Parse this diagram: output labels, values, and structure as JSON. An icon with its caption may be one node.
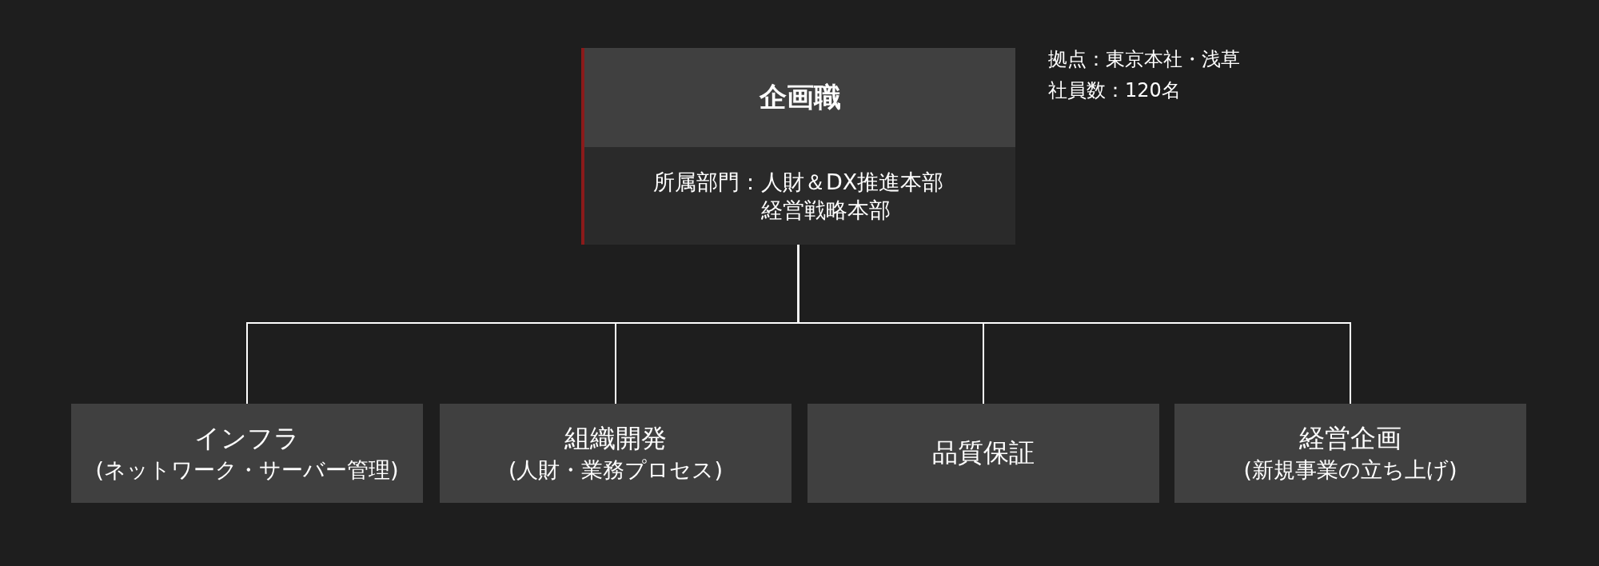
{
  "diagram": {
    "nodes": [
      {
        "text": [
          "企画職",
          "所属部門：人財＆DX推進本部経営戦略本部"
        ],
        "beside": [
          "拠点：東京本社・浅草",
          "社員数：120名"
        ]
      },
      {
        "text": [
          "インフラ",
          "(ネットワーク・サーバー管理)"
        ]
      },
      {
        "text": [
          "組織開発",
          "(人財・業務プロセス)"
        ]
      },
      {
        "text": [
          "品質保証"
        ]
      },
      {
        "text": [
          "経営企画",
          "(新規事業の立ち上げ)"
        ]
      }
    ],
    "edges": [
      {
        "from": 0,
        "to": 1,
        "arrow": "none"
      },
      {
        "from": 0,
        "to": 2,
        "arrow": "none"
      },
      {
        "from": 0,
        "to": 3,
        "arrow": "none"
      },
      {
        "from": 0,
        "to": 4,
        "arrow": "none"
      }
    ]
  }
}
